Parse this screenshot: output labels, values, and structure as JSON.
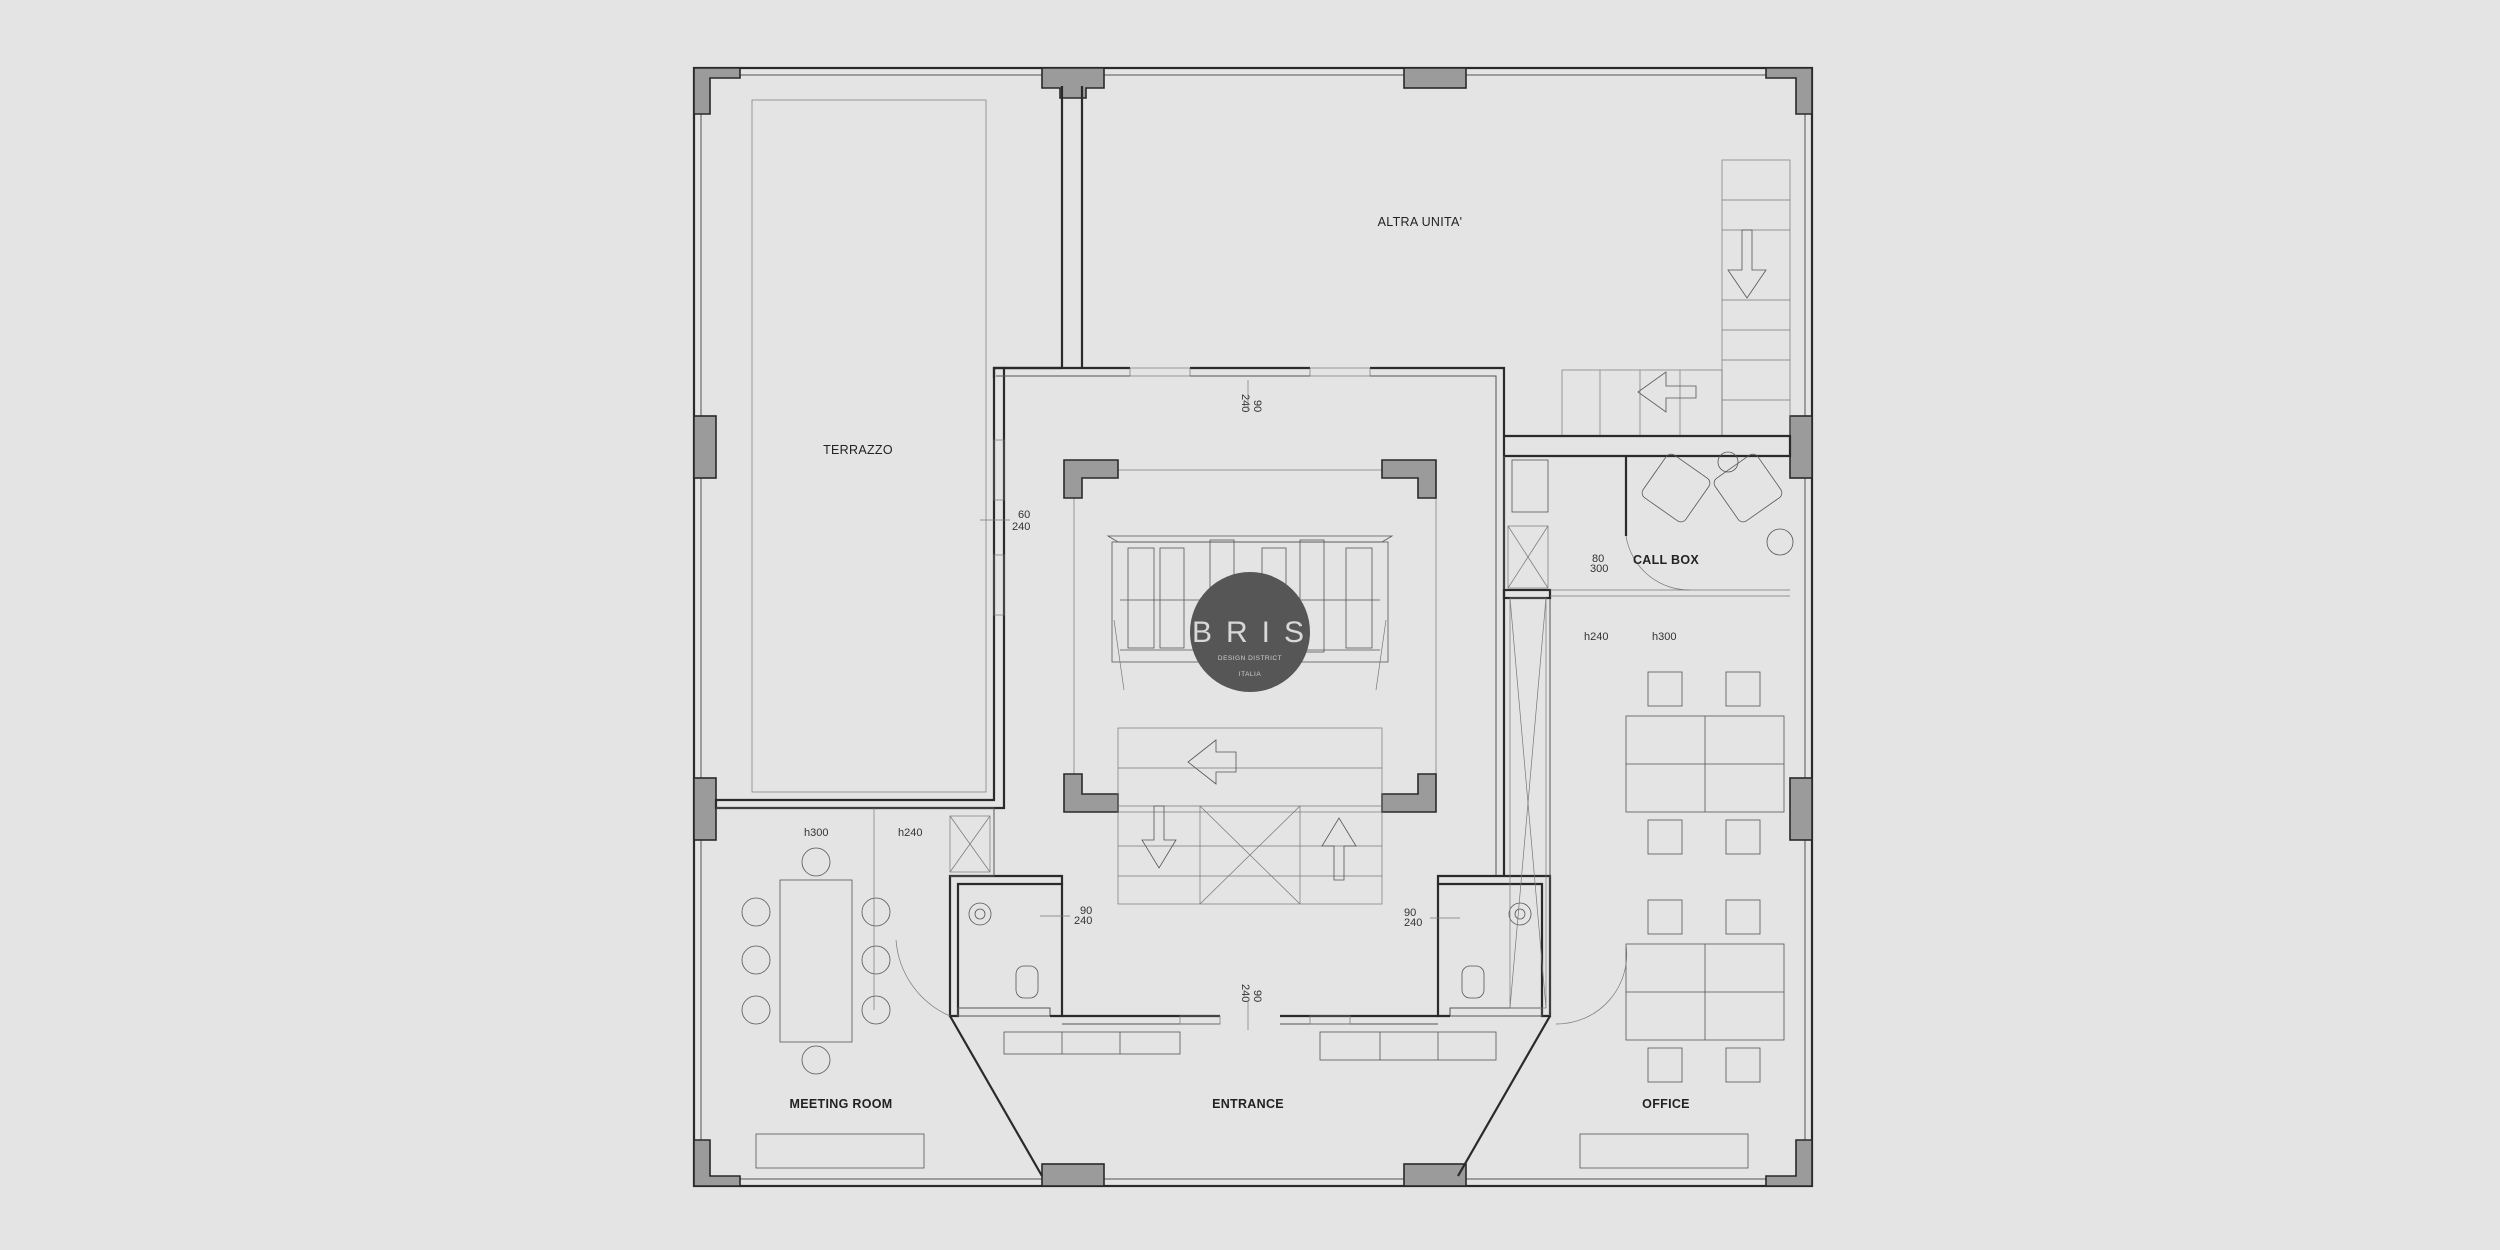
{
  "rooms": {
    "altra_unita": "ALTRA UNITA'",
    "terrazzo": "TERRAZZO",
    "call_box": "CALL BOX",
    "meeting_room": "MEETING ROOM",
    "entrance": "ENTRANCE",
    "office": "OFFICE"
  },
  "heights": {
    "meeting_h300": "h300",
    "meeting_h240": "h240",
    "office_h240": "h240",
    "office_h300": "h300"
  },
  "door_dimensions": {
    "top_width": "90",
    "top_height": "240",
    "terrace_width": "60",
    "terrace_height": "240",
    "callbox_width": "80",
    "callbox_height": "300",
    "wc_left_width": "90",
    "wc_left_height": "240",
    "wc_right_width": "90",
    "wc_right_height": "240",
    "entrance_width": "90",
    "entrance_height": "240"
  },
  "logo": {
    "name": "BRIS",
    "subtitle": "DESIGN DISTRICT",
    "city": "ITALIA"
  },
  "colors": {
    "background": "#e4e4e4",
    "walls": "#2a2a2a",
    "pillars": "#9b9b9b",
    "logo_disc": "#565656"
  }
}
